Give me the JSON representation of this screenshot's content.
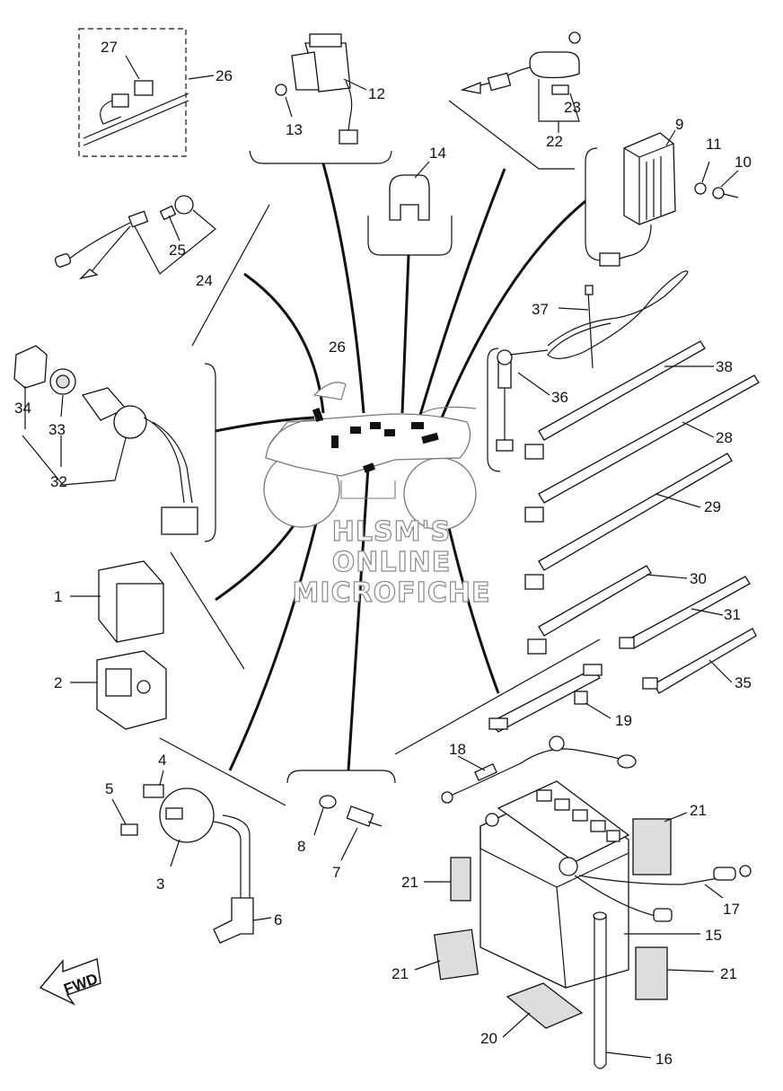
{
  "diagram": {
    "callouts": [
      {
        "id": "1",
        "text": "1"
      },
      {
        "id": "2",
        "text": "2"
      },
      {
        "id": "3",
        "text": "3"
      },
      {
        "id": "4",
        "text": "4"
      },
      {
        "id": "5",
        "text": "5"
      },
      {
        "id": "6",
        "text": "6"
      },
      {
        "id": "7",
        "text": "7"
      },
      {
        "id": "8",
        "text": "8"
      },
      {
        "id": "9",
        "text": "9"
      },
      {
        "id": "10",
        "text": "10"
      },
      {
        "id": "11",
        "text": "11"
      },
      {
        "id": "12",
        "text": "12"
      },
      {
        "id": "13",
        "text": "13"
      },
      {
        "id": "14",
        "text": "14"
      },
      {
        "id": "15",
        "text": "15"
      },
      {
        "id": "16",
        "text": "16"
      },
      {
        "id": "17",
        "text": "17"
      },
      {
        "id": "18",
        "text": "18"
      },
      {
        "id": "19",
        "text": "19"
      },
      {
        "id": "20",
        "text": "20"
      },
      {
        "id": "21a",
        "text": "21"
      },
      {
        "id": "21b",
        "text": "21"
      },
      {
        "id": "21c",
        "text": "21"
      },
      {
        "id": "21d",
        "text": "21"
      },
      {
        "id": "22",
        "text": "22"
      },
      {
        "id": "23",
        "text": "23"
      },
      {
        "id": "24",
        "text": "24"
      },
      {
        "id": "25",
        "text": "25"
      },
      {
        "id": "26a",
        "text": "26"
      },
      {
        "id": "26b",
        "text": "26"
      },
      {
        "id": "27",
        "text": "27"
      },
      {
        "id": "28",
        "text": "28"
      },
      {
        "id": "29",
        "text": "29"
      },
      {
        "id": "30",
        "text": "30"
      },
      {
        "id": "31",
        "text": "31"
      },
      {
        "id": "32",
        "text": "32"
      },
      {
        "id": "33",
        "text": "33"
      },
      {
        "id": "34",
        "text": "34"
      },
      {
        "id": "35",
        "text": "35"
      },
      {
        "id": "36",
        "text": "36"
      },
      {
        "id": "37",
        "text": "37"
      },
      {
        "id": "38",
        "text": "38"
      }
    ],
    "watermark": [
      "HLSM'S",
      "ONLINE",
      "MICROFICHE"
    ],
    "fwd_label": "FWD"
  }
}
